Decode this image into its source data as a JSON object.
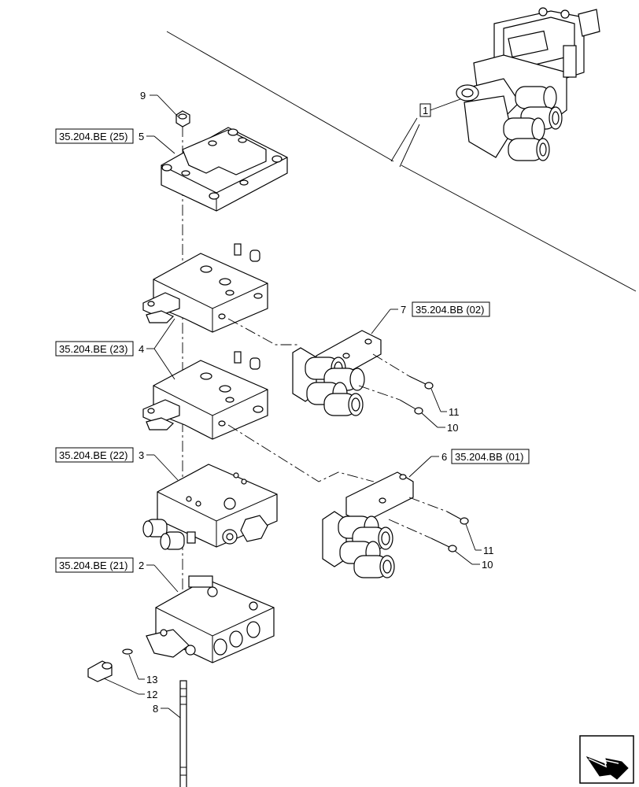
{
  "references": {
    "r25": "35.204.BE (25)",
    "r23": "35.204.BE (23)",
    "r22": "35.204.BE (22)",
    "r21": "35.204.BE (21)",
    "rb02": "35.204.BB (02)",
    "rb01": "35.204.BB (01)"
  },
  "callouts": {
    "c1": "1",
    "c2": "2",
    "c3": "3",
    "c4": "4",
    "c5": "5",
    "c6": "6",
    "c7": "7",
    "c8": "8",
    "c9": "9",
    "c10a": "10",
    "c10b": "10",
    "c11a": "11",
    "c11b": "11",
    "c12": "12",
    "c13": "13"
  },
  "icons": {
    "nav": "next-page-arrow-icon"
  }
}
